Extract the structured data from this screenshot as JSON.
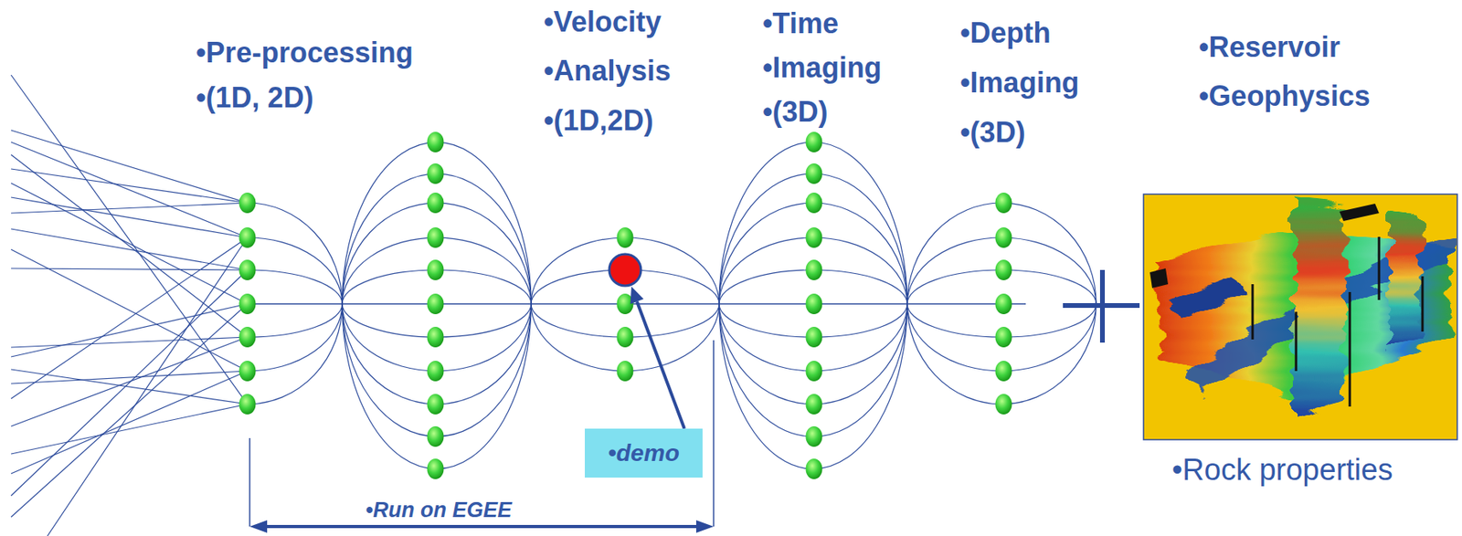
{
  "diagram": {
    "nodes": [
      {
        "text": [
          "•demo"
        ]
      }
    ],
    "labels": [
      "•Pre-processing",
      "•(1D, 2D)",
      "•Velocity",
      "•Analysis",
      "•(1D,2D)",
      "•Time",
      "•Imaging",
      "•(3D)",
      "•Depth",
      "•Imaging",
      "•(3D)",
      "•Reservoir",
      "•Geophysics",
      "•Rock properties",
      "•Run on EGEE"
    ]
  }
}
